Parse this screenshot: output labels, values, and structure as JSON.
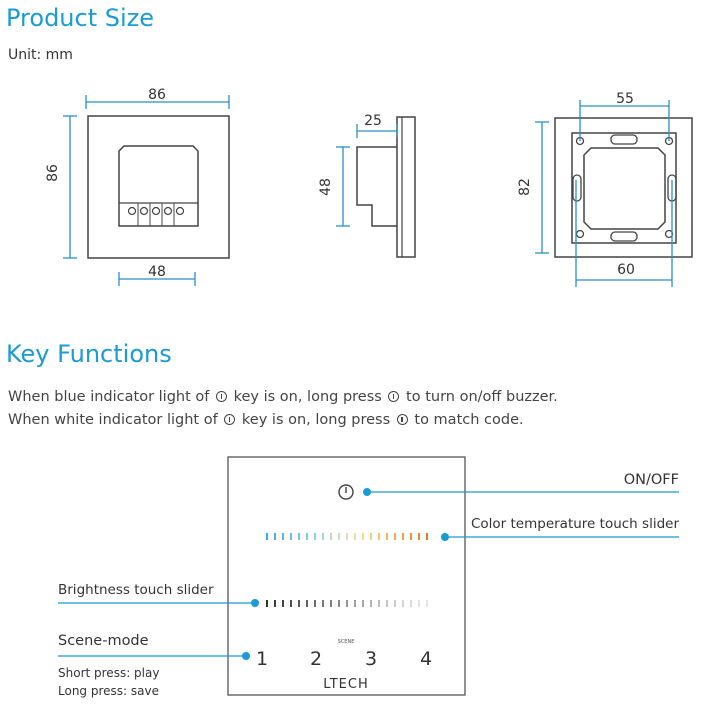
{
  "product_size": {
    "title": "Product Size",
    "unit": "Unit: mm",
    "front": {
      "width": "86",
      "height": "86",
      "inner_width": "48"
    },
    "side": {
      "depth": "25",
      "height": "48"
    },
    "back": {
      "hole_spacing": "55",
      "height": "82",
      "bottom_width": "60"
    }
  },
  "key_functions": {
    "title": "Key Functions",
    "line1": {
      "a": "When blue indicator light of",
      "b": "key is on, long press",
      "c": "to turn on/off buzzer."
    },
    "line2": {
      "a": "When white indicator light of",
      "b": "key is on, long press",
      "c": "to match code."
    }
  },
  "panel": {
    "scene_label": "SCENE",
    "scene_numbers": [
      "1",
      "2",
      "3",
      "4"
    ],
    "brand": "LTECH"
  },
  "callouts": {
    "on_off": "ON/OFF",
    "color_temp": "Color temperature touch slider",
    "brightness": "Brightness touch slider",
    "scene_mode": "Scene-mode",
    "short_press": "Short press: play",
    "long_press": "Long press: save"
  },
  "colors": {
    "accent": "#1a9ad6",
    "drawing_line": "#444444",
    "dimension_line": "#2a8fc8"
  }
}
